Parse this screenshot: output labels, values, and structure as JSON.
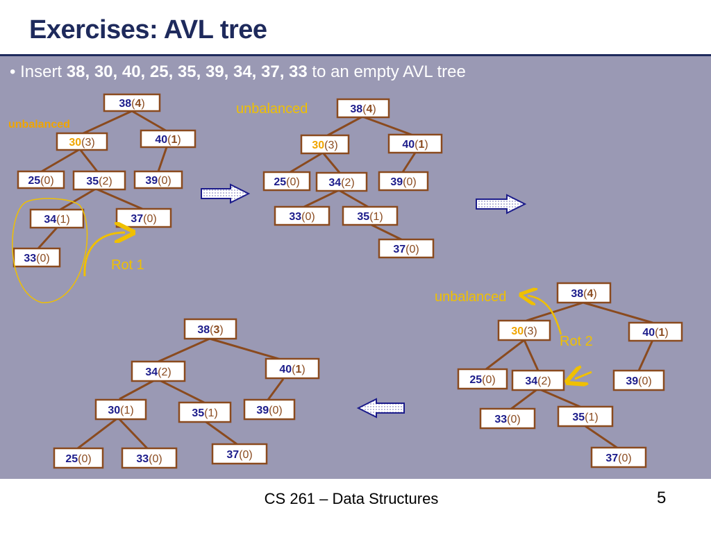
{
  "title": "Exercises: AVL tree",
  "bullet": {
    "marker": "•",
    "prefix": "Insert ",
    "sequence": "38, 30, 40, 25, 35, 39, 34, 37, 33",
    "suffix": " to an empty AVL tree"
  },
  "labels": {
    "unbalanced": "unbalanced",
    "rot1": "Rot  1",
    "rot2": "Rot  2"
  },
  "colors": {
    "panel": "#9a99b4",
    "title": "#1e2a5c",
    "node_border": "#8a4a1e",
    "key": "#1b1b8a",
    "highlight": "#f0a500"
  },
  "trees": [
    {
      "name": "step1",
      "nodes": [
        {
          "key": "38",
          "h": "4",
          "style": "b"
        },
        {
          "key": "30",
          "h": "3",
          "style": "hl"
        },
        {
          "key": "40",
          "h": "1",
          "style": "b"
        },
        {
          "key": "25",
          "h": "0"
        },
        {
          "key": "35",
          "h": "2"
        },
        {
          "key": "39",
          "h": "0"
        },
        {
          "key": "34",
          "h": "1"
        },
        {
          "key": "37",
          "h": "0"
        },
        {
          "key": "33",
          "h": "0"
        }
      ]
    },
    {
      "name": "step2",
      "nodes": [
        {
          "key": "38",
          "h": "4",
          "style": "b"
        },
        {
          "key": "30",
          "h": "3",
          "style": "hl"
        },
        {
          "key": "40",
          "h": "1",
          "style": "b"
        },
        {
          "key": "25",
          "h": "0"
        },
        {
          "key": "34",
          "h": "2"
        },
        {
          "key": "39",
          "h": "0"
        },
        {
          "key": "33",
          "h": "0"
        },
        {
          "key": "35",
          "h": "1"
        },
        {
          "key": "37",
          "h": "0"
        }
      ]
    },
    {
      "name": "step3",
      "nodes": [
        {
          "key": "38",
          "h": "4",
          "style": "b"
        },
        {
          "key": "30",
          "h": "3",
          "style": "hl"
        },
        {
          "key": "40",
          "h": "1",
          "style": "b"
        },
        {
          "key": "25",
          "h": "0"
        },
        {
          "key": "34",
          "h": "2"
        },
        {
          "key": "39",
          "h": "0"
        },
        {
          "key": "33",
          "h": "0"
        },
        {
          "key": "35",
          "h": "1"
        },
        {
          "key": "37",
          "h": "0"
        }
      ]
    },
    {
      "name": "step4",
      "nodes": [
        {
          "key": "38",
          "h": "3",
          "style": "b"
        },
        {
          "key": "34",
          "h": "2"
        },
        {
          "key": "40",
          "h": "1",
          "style": "b"
        },
        {
          "key": "30",
          "h": "1"
        },
        {
          "key": "35",
          "h": "1"
        },
        {
          "key": "39",
          "h": "0"
        },
        {
          "key": "25",
          "h": "0"
        },
        {
          "key": "33",
          "h": "0"
        },
        {
          "key": "37",
          "h": "0"
        }
      ]
    }
  ],
  "footer": "CS 261 – Data Structures",
  "page_number": "5"
}
